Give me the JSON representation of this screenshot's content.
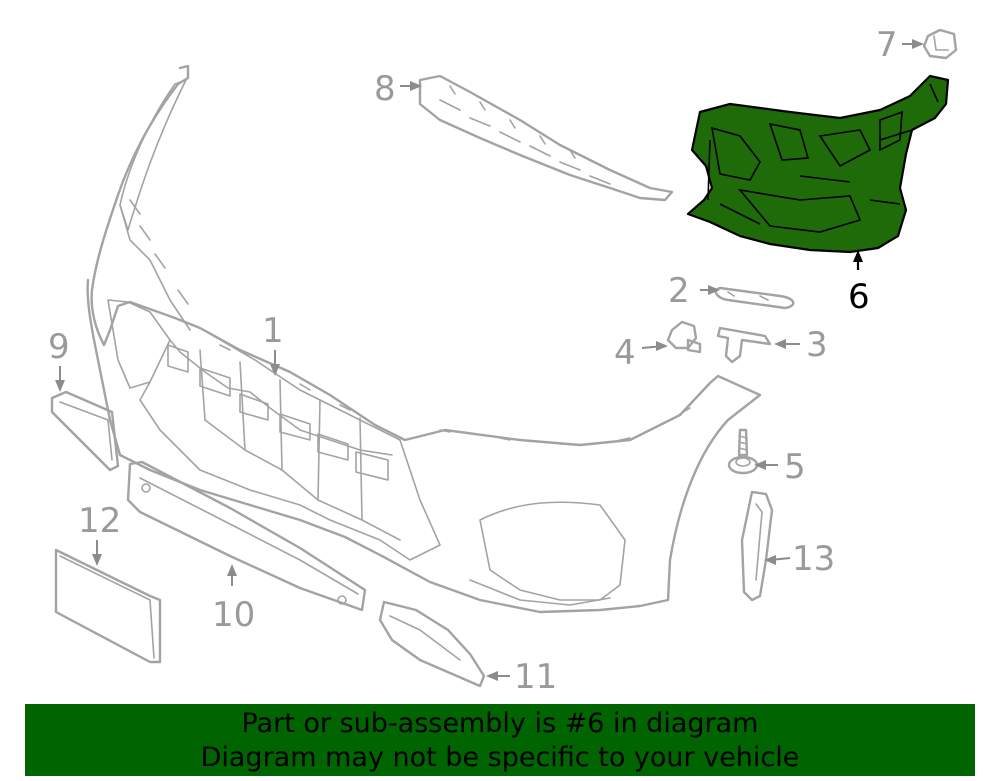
{
  "diagram": {
    "highlight_color": "#1f6b0a",
    "callouts": [
      {
        "id": "1",
        "label": "1"
      },
      {
        "id": "2",
        "label": "2"
      },
      {
        "id": "3",
        "label": "3"
      },
      {
        "id": "4",
        "label": "4"
      },
      {
        "id": "5",
        "label": "5"
      },
      {
        "id": "6",
        "label": "6",
        "highlighted": true
      },
      {
        "id": "7",
        "label": "7"
      },
      {
        "id": "8",
        "label": "8"
      },
      {
        "id": "9",
        "label": "9"
      },
      {
        "id": "10",
        "label": "10"
      },
      {
        "id": "11",
        "label": "11"
      },
      {
        "id": "12",
        "label": "12"
      },
      {
        "id": "13",
        "label": "13"
      }
    ]
  },
  "banner": {
    "background": "#006400",
    "line1": "Part or sub-assembly is #6 in diagram",
    "line2": "Diagram may not be specific to your vehicle"
  }
}
